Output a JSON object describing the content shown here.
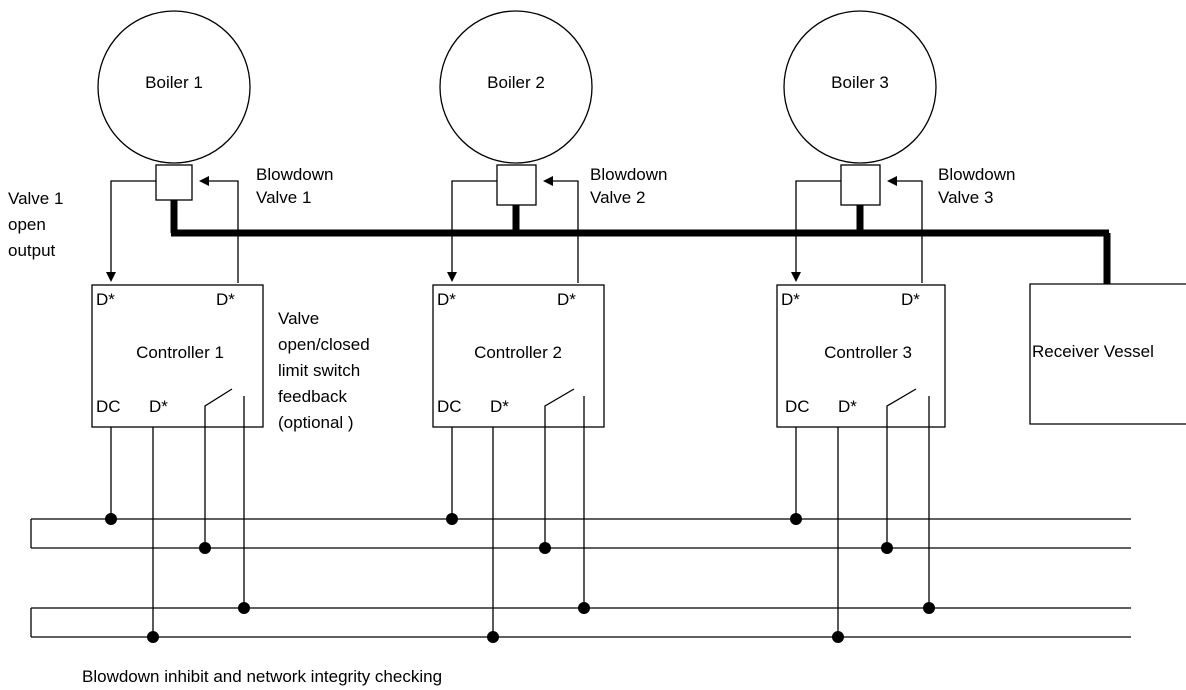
{
  "boilers": [
    {
      "label": "Boiler 1",
      "valve_line1": "Blowdown",
      "valve_line2": "Valve 1",
      "controller": "Controller 1"
    },
    {
      "label": "Boiler 2",
      "valve_line1": "Blowdown",
      "valve_line2": "Valve 2",
      "controller": "Controller 2"
    },
    {
      "label": "Boiler 3",
      "valve_line1": "Blowdown",
      "valve_line2": "Valve 3",
      "controller": "Controller 3"
    }
  ],
  "terminals": {
    "d_star": "D*",
    "dc": "DC"
  },
  "receiver": "Receiver Vessel",
  "valve_open_output": [
    "Valve 1",
    "open",
    "output"
  ],
  "feedback_note": [
    "Valve",
    "open/closed",
    "limit switch",
    "feedback",
    "(optional )"
  ],
  "bottom_caption": "Blowdown inhibit and network integrity checking",
  "colors": {
    "line": "#000000",
    "background": "#ffffff"
  }
}
